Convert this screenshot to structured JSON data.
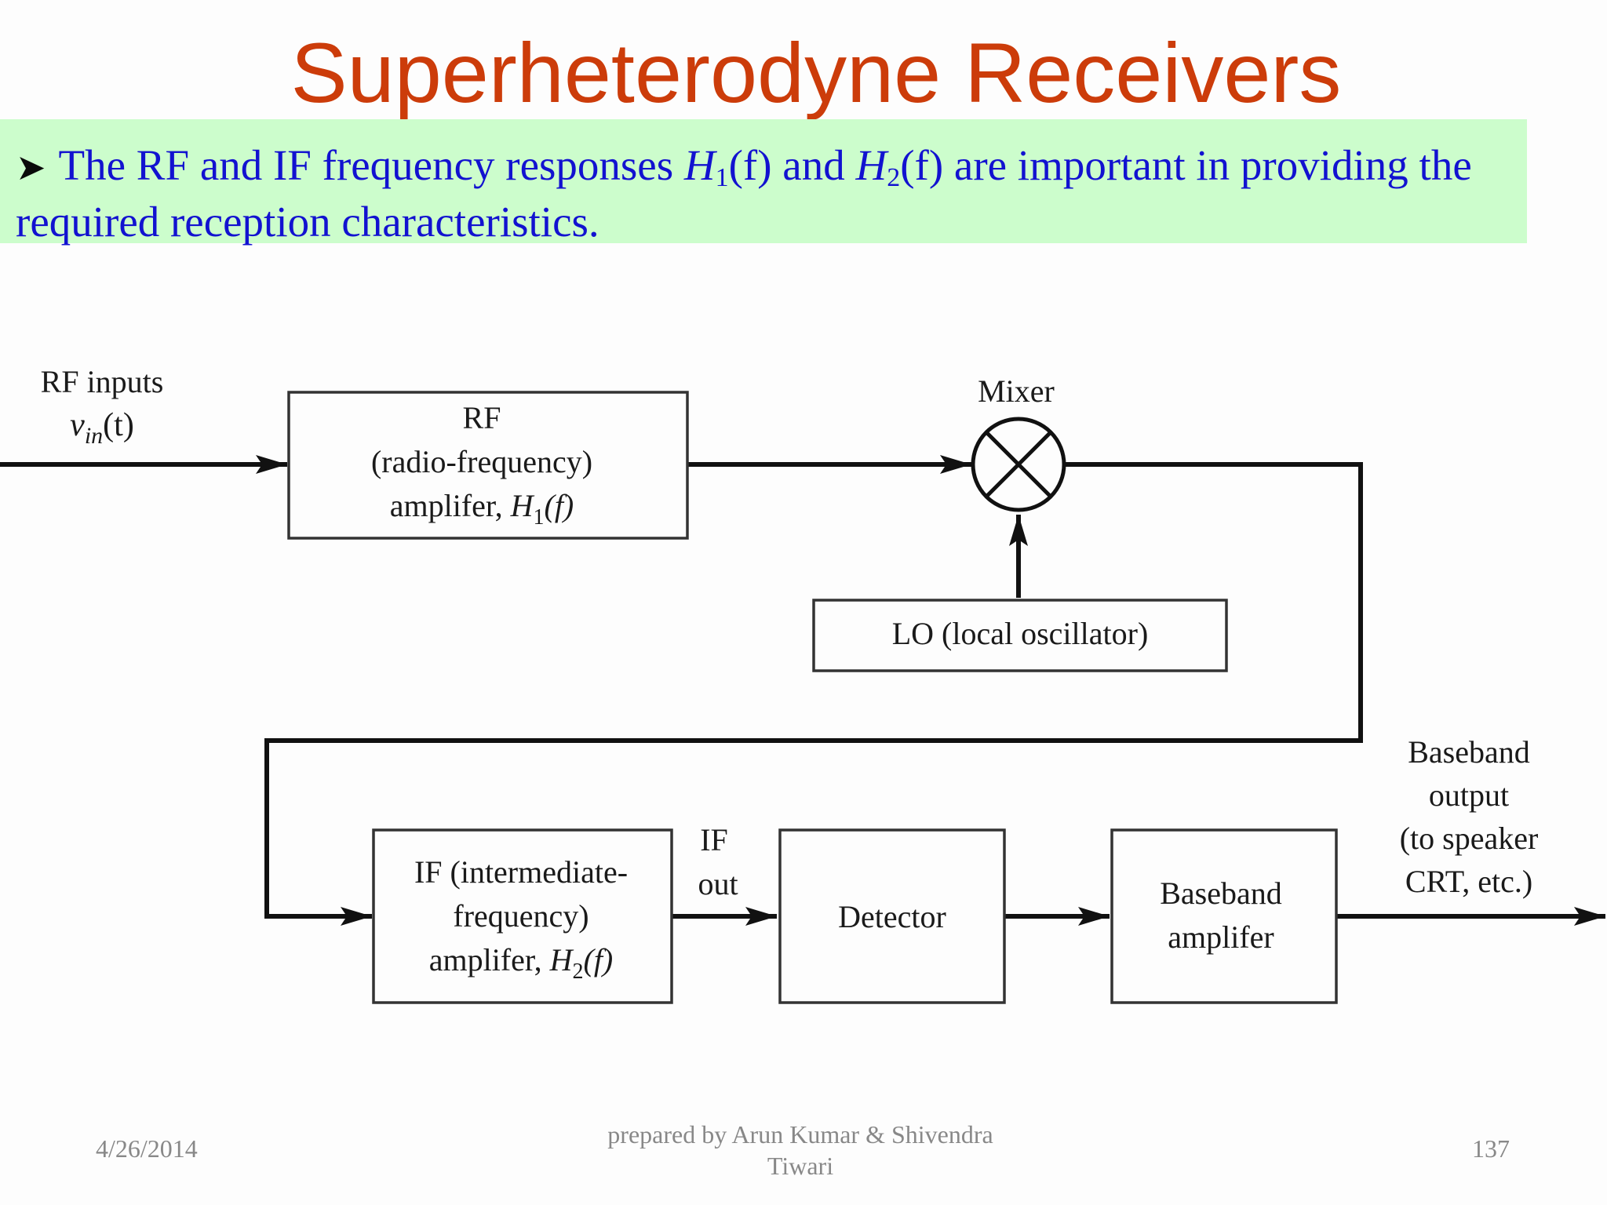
{
  "title": "Superheterodyne Receivers",
  "callout": {
    "bullet_icon": "arrowhead-bullet-icon",
    "text_before_h1": "The RF and IF frequency responses ",
    "h": "H",
    "sub1": "1",
    "sub2": "2",
    "arg": "(f)",
    "and": " and ",
    "text_after": " are important in providing the required reception characteristics."
  },
  "diagram": {
    "rf_input_label": "RF inputs",
    "vin_label": "v",
    "vin_sub": "in",
    "vin_arg": "(t)",
    "rf_amp": {
      "line1": "RF",
      "line2": "(radio-frequency)",
      "line3_prefix": "amplifer, ",
      "line3_var": "H",
      "line3_sub": "1",
      "line3_arg": "(f)"
    },
    "mixer_label": "Mixer",
    "mixer_icon": "mixer-multiply-icon",
    "lo_label": "LO (local oscillator)",
    "if_amp": {
      "line1": "IF (intermediate-",
      "line2": "frequency)",
      "line3_prefix": "amplifer, ",
      "line3_var": "H",
      "line3_sub": "2",
      "line3_arg": "(f)"
    },
    "if_out_line1": "IF",
    "if_out_line2": "out",
    "detector_label": "Detector",
    "baseband_amp_line1": "Baseband",
    "baseband_amp_line2": "amplifer",
    "baseband_output": [
      "Baseband",
      "output",
      "(to speaker",
      "CRT, etc.)"
    ]
  },
  "footer": {
    "date": "4/26/2014",
    "author_line1": "prepared by Arun Kumar & Shivendra",
    "author_line2": "Tiwari",
    "page": "137"
  },
  "colors": {
    "title": "#cc3c0a",
    "callout_bg": "#ccfdcc",
    "callout_text": "#1212d0",
    "footer_text": "#888888"
  }
}
